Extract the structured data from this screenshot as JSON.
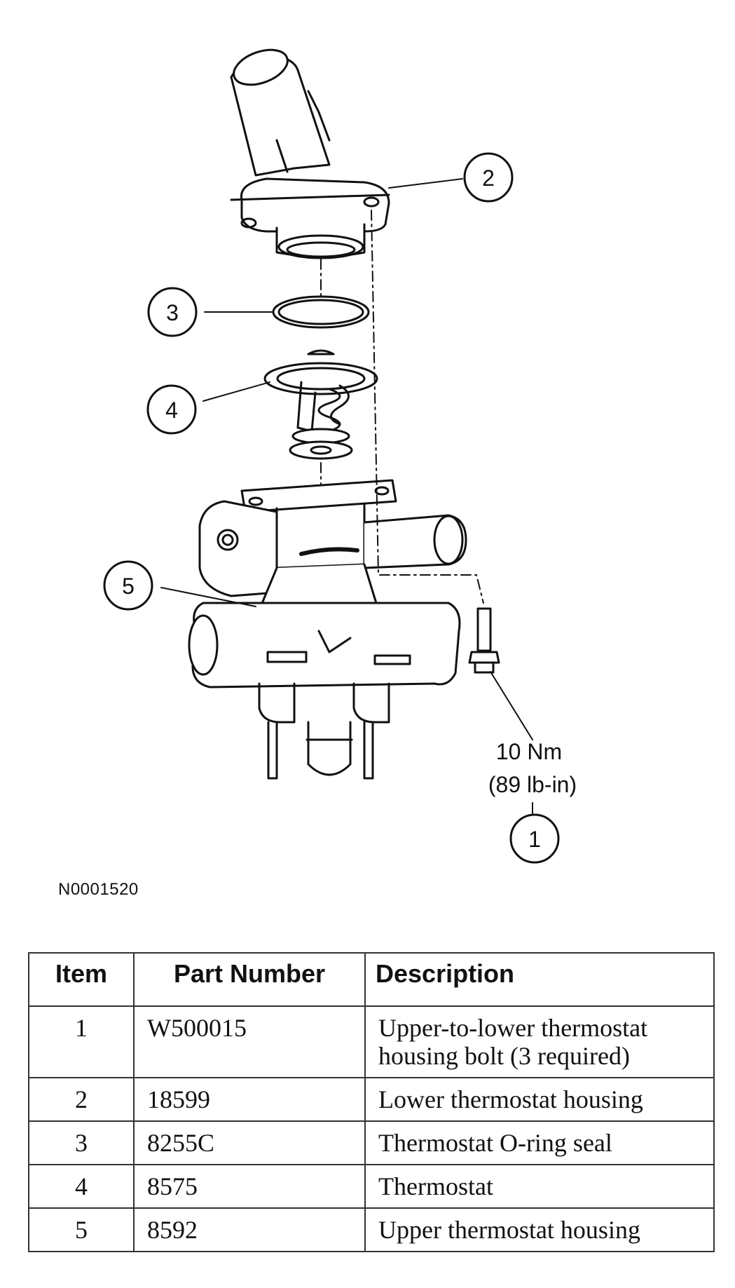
{
  "diagram": {
    "callouts": [
      "1",
      "2",
      "3",
      "4",
      "5"
    ],
    "torque_spec": {
      "metric": "10 Nm",
      "imperial": "(89 lb-in)"
    },
    "figure_id": "N0001520"
  },
  "table": {
    "headers": {
      "item": "Item",
      "part_number": "Part Number",
      "description": "Description"
    },
    "rows": [
      {
        "item": "1",
        "part_number": "W500015",
        "description_line1": "Upper-to-lower thermostat",
        "description_line2": "housing bolt (3 required)"
      },
      {
        "item": "2",
        "part_number": "18599",
        "description_line1": "Lower thermostat housing",
        "description_line2": ""
      },
      {
        "item": "3",
        "part_number": "8255C",
        "description_line1": "Thermostat O-ring seal",
        "description_line2": ""
      },
      {
        "item": "4",
        "part_number": "8575",
        "description_line1": "Thermostat",
        "description_line2": ""
      },
      {
        "item": "5",
        "part_number": "8592",
        "description_line1": "Upper thermostat housing",
        "description_line2": ""
      }
    ]
  }
}
